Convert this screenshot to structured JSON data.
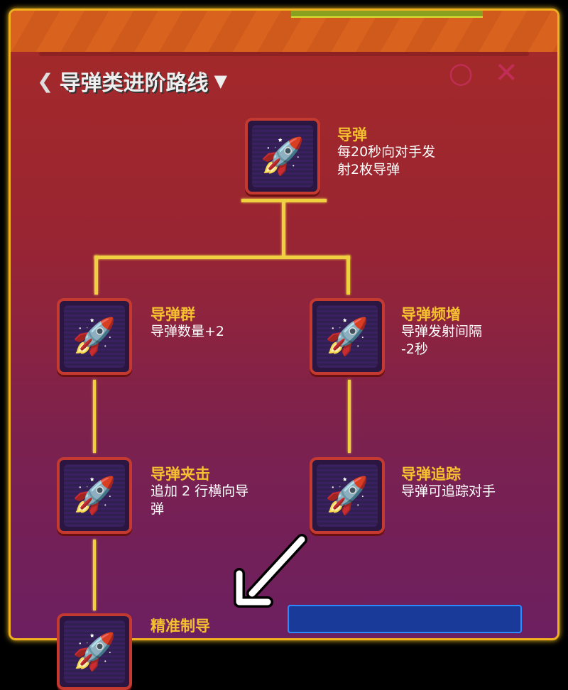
{
  "header": {
    "title": "导弹类进阶路线",
    "back_icon": "wing-chevron-icon",
    "dropdown_icon": "triangle-down-icon"
  },
  "nodes": [
    {
      "name": "导弹",
      "desc": [
        "每20秒向对手发",
        "射2枚导弹"
      ],
      "icon": "missile-icon"
    },
    {
      "name": "导弹群",
      "desc": [
        "导弹数量+2"
      ],
      "icon": "missile-group-icon"
    },
    {
      "name": "导弹频增",
      "desc": [
        "导弹发射间隔",
        "-2秒"
      ],
      "icon": "missile-cooldown-icon"
    },
    {
      "name": "导弹夹击",
      "desc": [
        "追加 2 行横向导",
        "弹"
      ],
      "icon": "missile-pincer-icon"
    },
    {
      "name": "导弹追踪",
      "desc": [
        "导弹可追踪对手"
      ],
      "icon": "missile-tracking-icon"
    },
    {
      "name": "精准制导",
      "desc": [],
      "icon": "precision-missile-icon"
    }
  ],
  "colors": {
    "accent": "#f5c030",
    "frame": "#f0b020",
    "line": "#f0d040"
  }
}
